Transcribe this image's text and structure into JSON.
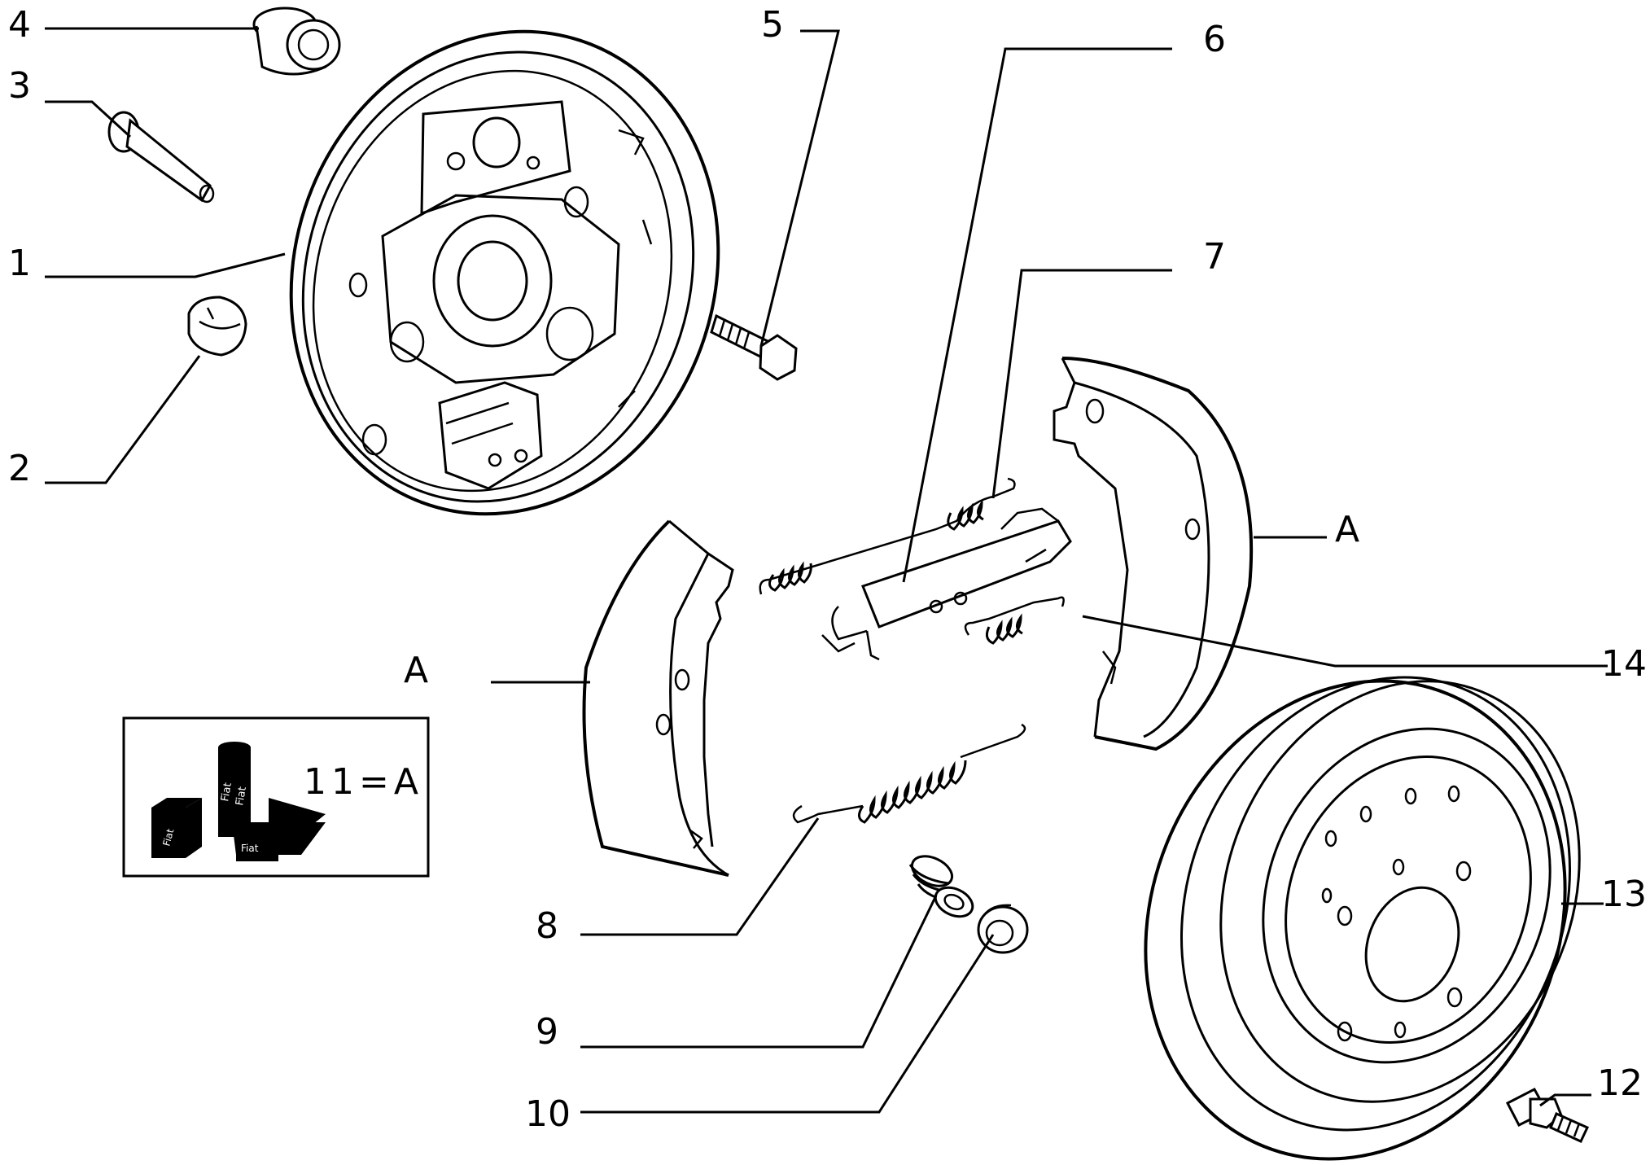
{
  "callouts": {
    "c1": "1",
    "c2": "2",
    "c3": "3",
    "c4": "4",
    "c5": "5",
    "c6": "6",
    "c7": "7",
    "c8": "8",
    "c9": "9",
    "c10": "10",
    "c12": "12",
    "c13": "13",
    "c14": "14",
    "a_right": "A",
    "a_left": "A"
  },
  "legend_box": {
    "equation": "11=A",
    "can_text_1": "Fiat",
    "can_text_2": "Fiat",
    "box_text_1": "Fiat",
    "box_text_2": "Fiat"
  }
}
